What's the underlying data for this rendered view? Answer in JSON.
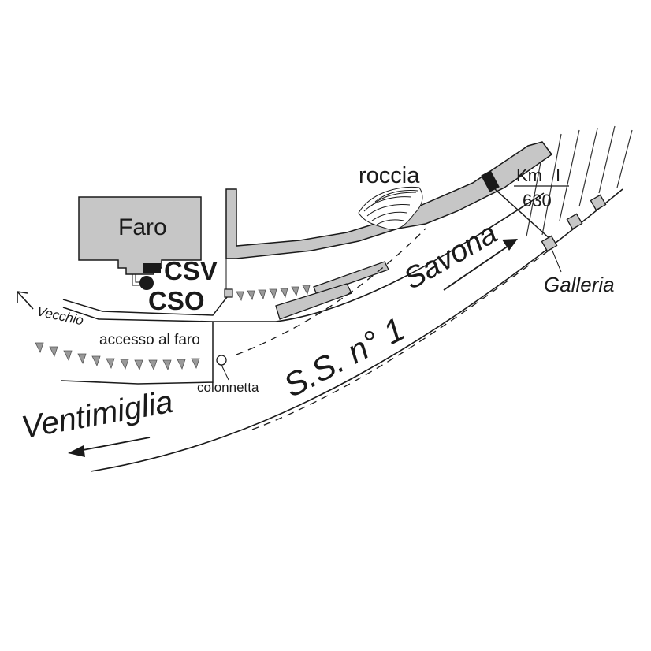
{
  "labels": {
    "faro": "Faro",
    "csv": "CSV",
    "cso": "CSO",
    "roccia": "roccia",
    "km": "Km",
    "km_sep": "I",
    "km_value": "630",
    "savona": "Savona",
    "galleria": "Galleria",
    "vecchio": "Vecchio",
    "accesso": "accesso al faro",
    "colonnetta": "colonnetta",
    "road": "S.S. n° 1",
    "ventimiglia": "Ventimiglia"
  },
  "colors": {
    "fill_gray": "#c6c6c6",
    "stroke": "#1a1a1a",
    "background": "#ffffff"
  },
  "icons": {
    "csv_marker": "filled-rectangle",
    "cso_marker": "filled-circle",
    "colonnetta_marker": "open-circle",
    "km_marker": "black-rectangle"
  }
}
